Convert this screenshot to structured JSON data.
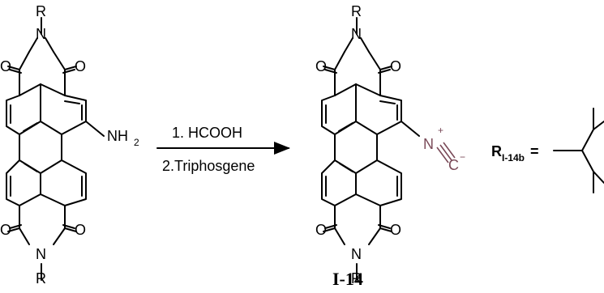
{
  "scheme": {
    "reactant": {
      "substituent": "R",
      "amine": {
        "symbol": "NH",
        "sub": "2"
      }
    },
    "conditions": {
      "step1": "1. HCOOH",
      "step2": "2.Triphosgene"
    },
    "product": {
      "substituent": "R",
      "isocyanide": {
        "n": "N",
        "n_charge": "+",
        "c": "C",
        "c_charge": "−"
      },
      "compound_id": "I-14"
    },
    "r_group": {
      "symbol": "R",
      "sub": "I-14b",
      "eq": "="
    },
    "atoms": {
      "nitrogen": "N",
      "oxygen": "O"
    },
    "colors": {
      "isocyanide": "#7a4a58",
      "ink": "#000000"
    }
  }
}
